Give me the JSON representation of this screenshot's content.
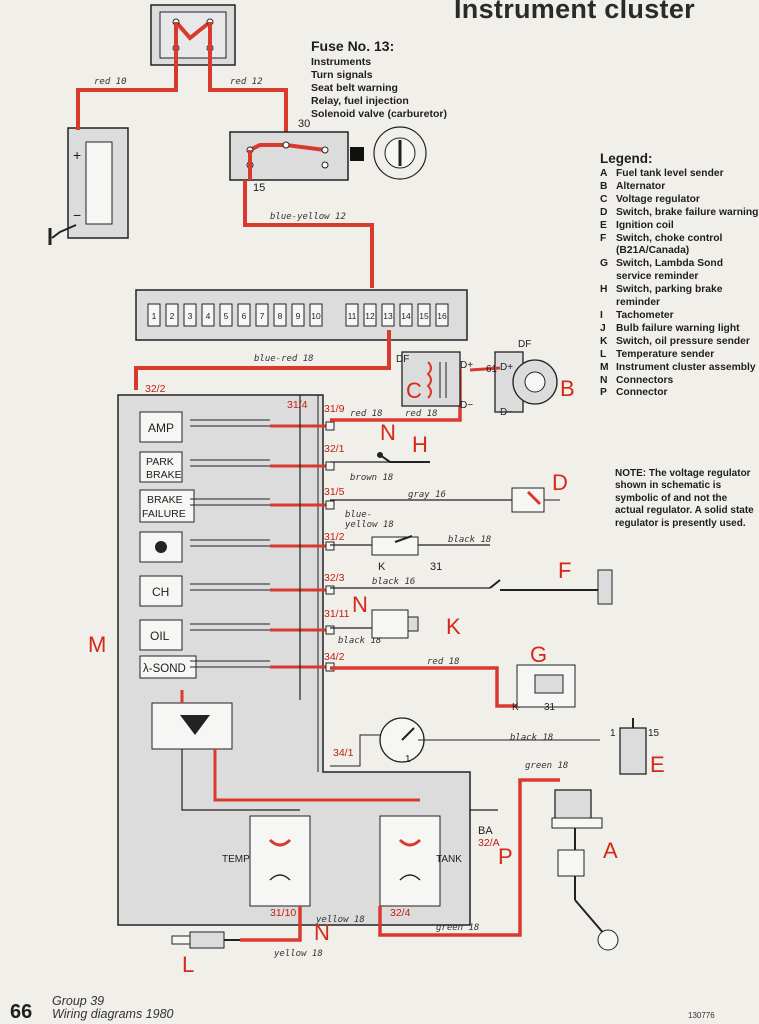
{
  "page": {
    "title": "Instrument cluster",
    "page_number": "66",
    "group": "Group 39",
    "subtitle": "Wiring diagrams 1980",
    "code": "130776"
  },
  "colors": {
    "wire": "#d93a2e",
    "line": "#222222",
    "paper": "#f1efe9",
    "panel": "#dcdcdc",
    "letter": "#d62818"
  },
  "fuse": {
    "heading": "Fuse No. 13:",
    "items": [
      "Instruments",
      "Turn signals",
      "Seat belt warning",
      "Relay, fuel injection",
      "Solenoid valve (carburetor)"
    ]
  },
  "legend": {
    "title": "Legend:",
    "items": [
      {
        "key": "A",
        "text": "Fuel tank level sender"
      },
      {
        "key": "B",
        "text": "Alternator"
      },
      {
        "key": "C",
        "text": "Voltage regulator"
      },
      {
        "key": "D",
        "text": "Switch, brake failure warning"
      },
      {
        "key": "E",
        "text": "Ignition coil"
      },
      {
        "key": "F",
        "text": "Switch, choke control (B21A/Canada)"
      },
      {
        "key": "G",
        "text": "Switch, Lambda Sond service reminder"
      },
      {
        "key": "H",
        "text": "Switch, parking brake reminder"
      },
      {
        "key": "I",
        "text": "Tachometer"
      },
      {
        "key": "J",
        "text": "Bulb failure warning light"
      },
      {
        "key": "K",
        "text": "Switch, oil pressure sender"
      },
      {
        "key": "L",
        "text": "Temperature sender"
      },
      {
        "key": "M",
        "text": "Instrument cluster assembly"
      },
      {
        "key": "N",
        "text": "Connectors"
      },
      {
        "key": "P",
        "text": "Connector"
      }
    ]
  },
  "note": "NOTE: The voltage regulator shown in schematic is symbolic of and not the actual regulator. A solid state regulator is presently used.",
  "fuse_numbers": [
    "1",
    "2",
    "3",
    "4",
    "5",
    "6",
    "7",
    "8",
    "9",
    "10",
    "11",
    "12",
    "13",
    "14",
    "15",
    "16"
  ],
  "warning_lamps": [
    "AMP",
    "PARK",
    "BRAKE",
    "BRAKE",
    "FAILURE",
    "CH",
    "OIL",
    "λ-SOND"
  ],
  "gauges": {
    "temp": "TEMP",
    "tank": "TANK"
  },
  "wires": {
    "red10": "red 10",
    "red12": "red 12",
    "blue_yellow12": "blue-yellow 12",
    "blue_red18": "blue-red 18",
    "red18a": "red 18",
    "red18b": "red 18",
    "brown18": "brown 18",
    "gray16": "gray 16",
    "blue": "blue-",
    "yellow18": "yellow 18",
    "black18a": "black 18",
    "black16": "black 16",
    "black18b": "black 18",
    "red18c": "red 18",
    "black18c": "black 18",
    "green18a": "green 18",
    "yellow18b": "yellow 18",
    "yellow18c": "yellow 18",
    "green18b": "green 18"
  },
  "terminals": {
    "t30": "30",
    "t15": "15",
    "plus": "+",
    "minus": "−",
    "df": "DF",
    "df2": "DF",
    "dplus": "D+",
    "dplus2": "D+",
    "dminus": "D−",
    "dminus2": "D−",
    "t61": "61",
    "c32_2": "32/2",
    "c31_4": "31/4",
    "c31_9": "31/9",
    "c32_1": "32/1",
    "c31_5": "31/5",
    "c31_2": "31/2",
    "c32_3": "32/3",
    "c31_11": "31/11",
    "c34_2": "34/2",
    "c34_1": "34/1",
    "ba": "BA",
    "c32_a": "32/A",
    "c31_10": "31/10",
    "c32_4": "32/4",
    "k": "K",
    "t31": "31",
    "k2": "K",
    "t31b": "31",
    "one": "1",
    "one2": "1",
    "t15b": "15"
  },
  "letters": {
    "A": "A",
    "B": "B",
    "C": "C",
    "D": "D",
    "E": "E",
    "F": "F",
    "G": "G",
    "H": "H",
    "K": "K",
    "L": "L",
    "M": "M",
    "N1": "N",
    "N2": "N",
    "N3": "N",
    "P": "P"
  }
}
